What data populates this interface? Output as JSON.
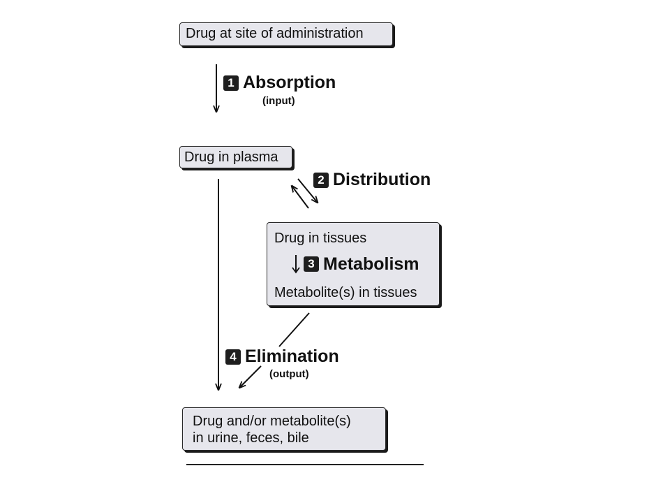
{
  "nodes": {
    "administration": "Drug at site of administration",
    "plasma": "Drug in plasma",
    "tissues": "Drug in tissues",
    "metabolites": "Metabolite(s) in tissues",
    "output_line1": "Drug and/or metabolite(s)",
    "output_line2": "in urine, feces, bile"
  },
  "steps": {
    "absorption": {
      "number": "1",
      "label": "Absorption",
      "sub": "(input)"
    },
    "distribution": {
      "number": "2",
      "label": "Distribution"
    },
    "metabolism": {
      "number": "3",
      "label": "Metabolism"
    },
    "elimination": {
      "number": "4",
      "label": "Elimination",
      "sub": "(output)"
    }
  },
  "colors": {
    "box_fill": "#e6e6ec",
    "ink": "#111111",
    "badge": "#1e1e1e"
  }
}
